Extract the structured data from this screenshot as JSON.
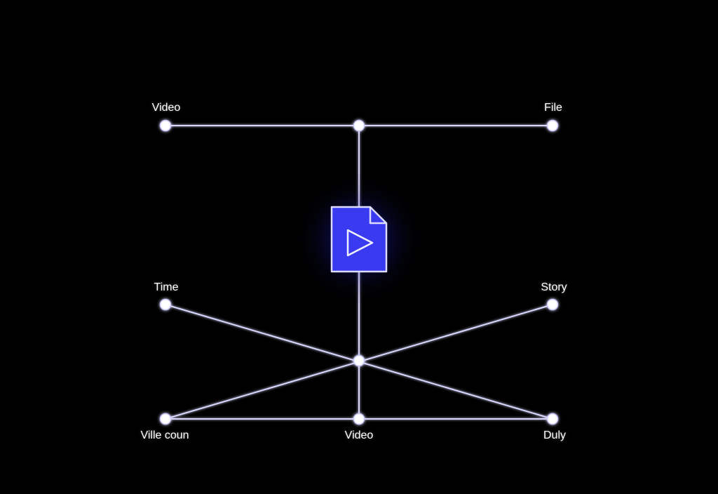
{
  "diagram": {
    "labels": {
      "top_left": "Video",
      "top_right": "File",
      "middle_left": "Time",
      "middle_right": "Story",
      "bottom_left": "Ville coun",
      "bottom_center": "Video",
      "bottom_right": "Duly"
    },
    "central_icon": "video-file-play-icon",
    "colors": {
      "background": "#000000",
      "line": "#d8d8ff",
      "node": "#ffffff",
      "icon_fill": "#3a3af0",
      "icon_glow": "#2a2aff",
      "text": "#ffffff"
    }
  }
}
